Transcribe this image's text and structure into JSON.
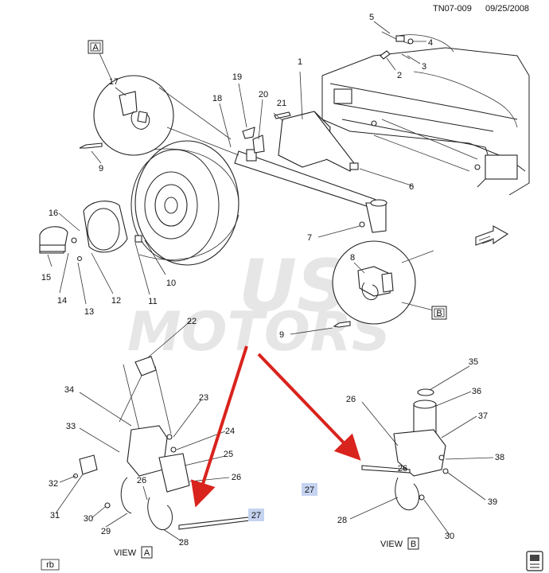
{
  "header": {
    "doc_id": "TN07-009",
    "date": "09/25/2008"
  },
  "watermark": {
    "line1": "USA",
    "line2": "MOTORS"
  },
  "detail_labels": {
    "a": "A",
    "b": "B"
  },
  "views": {
    "view_a": "VIEW",
    "view_a_ref": "A",
    "view_b": "VIEW",
    "view_b_ref": "B"
  },
  "footer": {
    "code": "rb"
  },
  "callouts": {
    "c1": "1",
    "c2": "2",
    "c3": "3",
    "c4": "4",
    "c5": "5",
    "c6": "6",
    "c7": "7",
    "c8": "8",
    "c9a": "9",
    "c9b": "9",
    "c10": "10",
    "c11": "11",
    "c12": "12",
    "c13": "13",
    "c14": "14",
    "c15": "15",
    "c16": "16",
    "c17": "17",
    "c18": "18",
    "c19": "19",
    "c20": "20",
    "c21": "21",
    "c22": "22",
    "c23": "23",
    "c24": "24",
    "c25": "25",
    "c26a": "26",
    "c26b": "26",
    "c26c": "26",
    "c26d": "26",
    "c27a": "27",
    "c27b": "27",
    "c28a": "28",
    "c28b": "28",
    "c29": "29",
    "c30a": "30",
    "c30b": "30",
    "c31": "31",
    "c32": "32",
    "c33": "33",
    "c34": "34",
    "c35": "35",
    "c36": "36",
    "c37": "37",
    "c38": "38",
    "c39": "39"
  },
  "colors": {
    "arrow": "#d9231d",
    "highlight": "#c5d3f0",
    "line": "#222222",
    "watermark": "#e6e6e6"
  }
}
